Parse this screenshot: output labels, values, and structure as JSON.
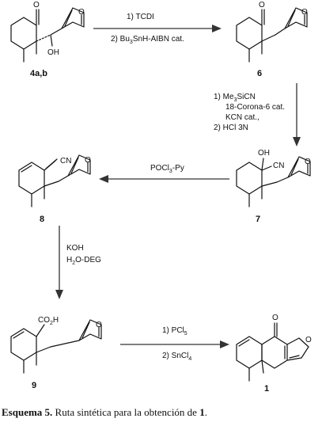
{
  "compounds": {
    "c4ab": "4a,b",
    "c6": "6",
    "c7": "7",
    "c8": "8",
    "c9": "9",
    "c1": "1"
  },
  "atoms": {
    "oxygen": "O",
    "hydroxyl": "OH",
    "nitrile": "CN",
    "carboxyl": "CO",
    "carboxyl_sub": "2",
    "carboxyl_h": "H"
  },
  "steps": {
    "s1": {
      "line1": "1) TCDI",
      "line2_pre": "2) Bu",
      "line2_sub": "3",
      "line2_post": "SnH-AIBN cat."
    },
    "s2": {
      "line1_pre": "1) Me",
      "line1_sub": "3",
      "line1_post": "SiCN",
      "line2": "18-Corona-6 cat.",
      "line3": "KCN cat.,",
      "line4": "2) HCl 3N"
    },
    "s3": {
      "pre": "POCl",
      "sub": "3",
      "post": "-Py"
    },
    "s4": {
      "line1": "KOH",
      "line2_pre": "H",
      "line2_sub": "2",
      "line2_post": "O-DEG"
    },
    "s5": {
      "line1_pre": "1) PCl",
      "line1_sub": "5",
      "line2_pre": "2) SnCl",
      "line2_sub": "4"
    }
  },
  "caption": {
    "label": "Esquema 5.",
    "text_pre": " Ruta sintética para la obtención de ",
    "ref": "1",
    "text_post": "."
  }
}
